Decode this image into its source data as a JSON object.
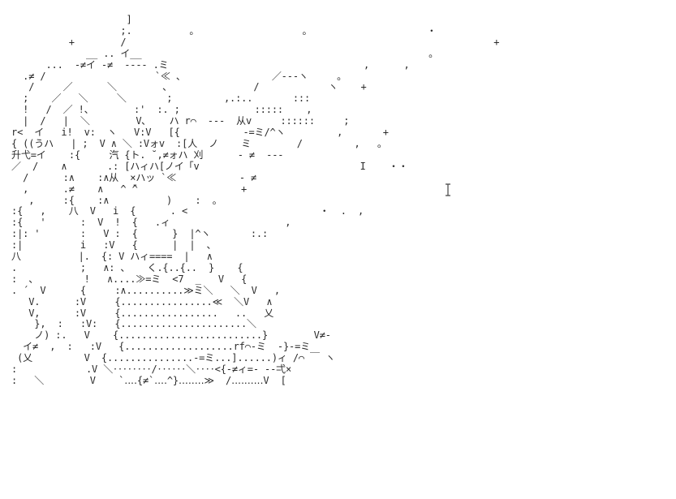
{
  "art": {
    "lines": [
      "                    ]",
      "                   ;.          。                  。                    ・",
      "          +        /                                                                +",
      "             __ .. イ__                                                  。",
      "      ...  ‐≠イ ‐≠  ‐‐-- .ミ                                  ,      ,",
      "  .≠ /                   `≪ 、               ／‐‐‐ヽ     。",
      "   /     ／      ＼        ､               /            ヽ    +",
      "  ;    ／   ＼     ＼       ;         ,.:..       :::",
      "  !   /  ／ !、       :'  :. ;             :::::    ,",
      "  |  /   |  ＼        V､    ハ r⌒  ‐‐‐  从v     ::::::     ;",
      "r<  イ   i!  v:  ヽ   V:V   [{           ‐=ミ/^ヽ         ,       +",
      "{ ((うハ   | ;  V ∧ ＼ :Vォv  :[人  ノ    ミ        /         ,   。",
      "升弋=イ    :{     汽 {ト. ˘,≠ォハ 刈      ‐ ≠  ‐--  ",
      "／  /    ∧       .: [ハィハ[ノイ「v                            I    ・・",
      "  /      :∧    :∧从  ×ハッ `≪           ‐ ≠",
      "  ,      .≠    ∧   ^ ̄^                  +",
      "   ,     :{    :∧          )    :  。",
      ":{   ,    八  V   i  {      . <                       ・  .  ,",
      ":{   '      :  V  !  {   .ィ                    ,",
      ":|: '       :   V :  {      }  |^ヽ       :.:",
      ":|          i   :V   {      |  |  、",
      "八          |.  {: V ハィ====  |   ∧",
      ".           ;   ∧: 、   く.{..{..  }    {",
      ":  、        !   ∧....≫=ミ  <7  _   V   {",
      ". ´  V      {     :∧..........≫ミ＼   ＼  V   ,",
      "   V.      :V     {................≪  ＼V   ∧",
      "   V,      :V     {.................   ..   乂",
      "    },  :   :V:   {......................＼",
      "    ノ) :.   V    {.........................}        V≠‐",
      "  イ≠  ,  :   :V   {...................rf⌒‐ミ  -}‐=ミ",
      " (乂         V  {...............‐=ミ...]......)ィ /⌒ ￣ ヽ",
      ":            .V ＼‥‥‥‥/‥‥‥＼‥‥<{‐≠ィ=‐ ‐‐弌×",
      ":   ＼        V    `‥‥{≠`‥‥^}‥‥‥‥≫  /‥‥‥‥‥V  ["
    ]
  }
}
